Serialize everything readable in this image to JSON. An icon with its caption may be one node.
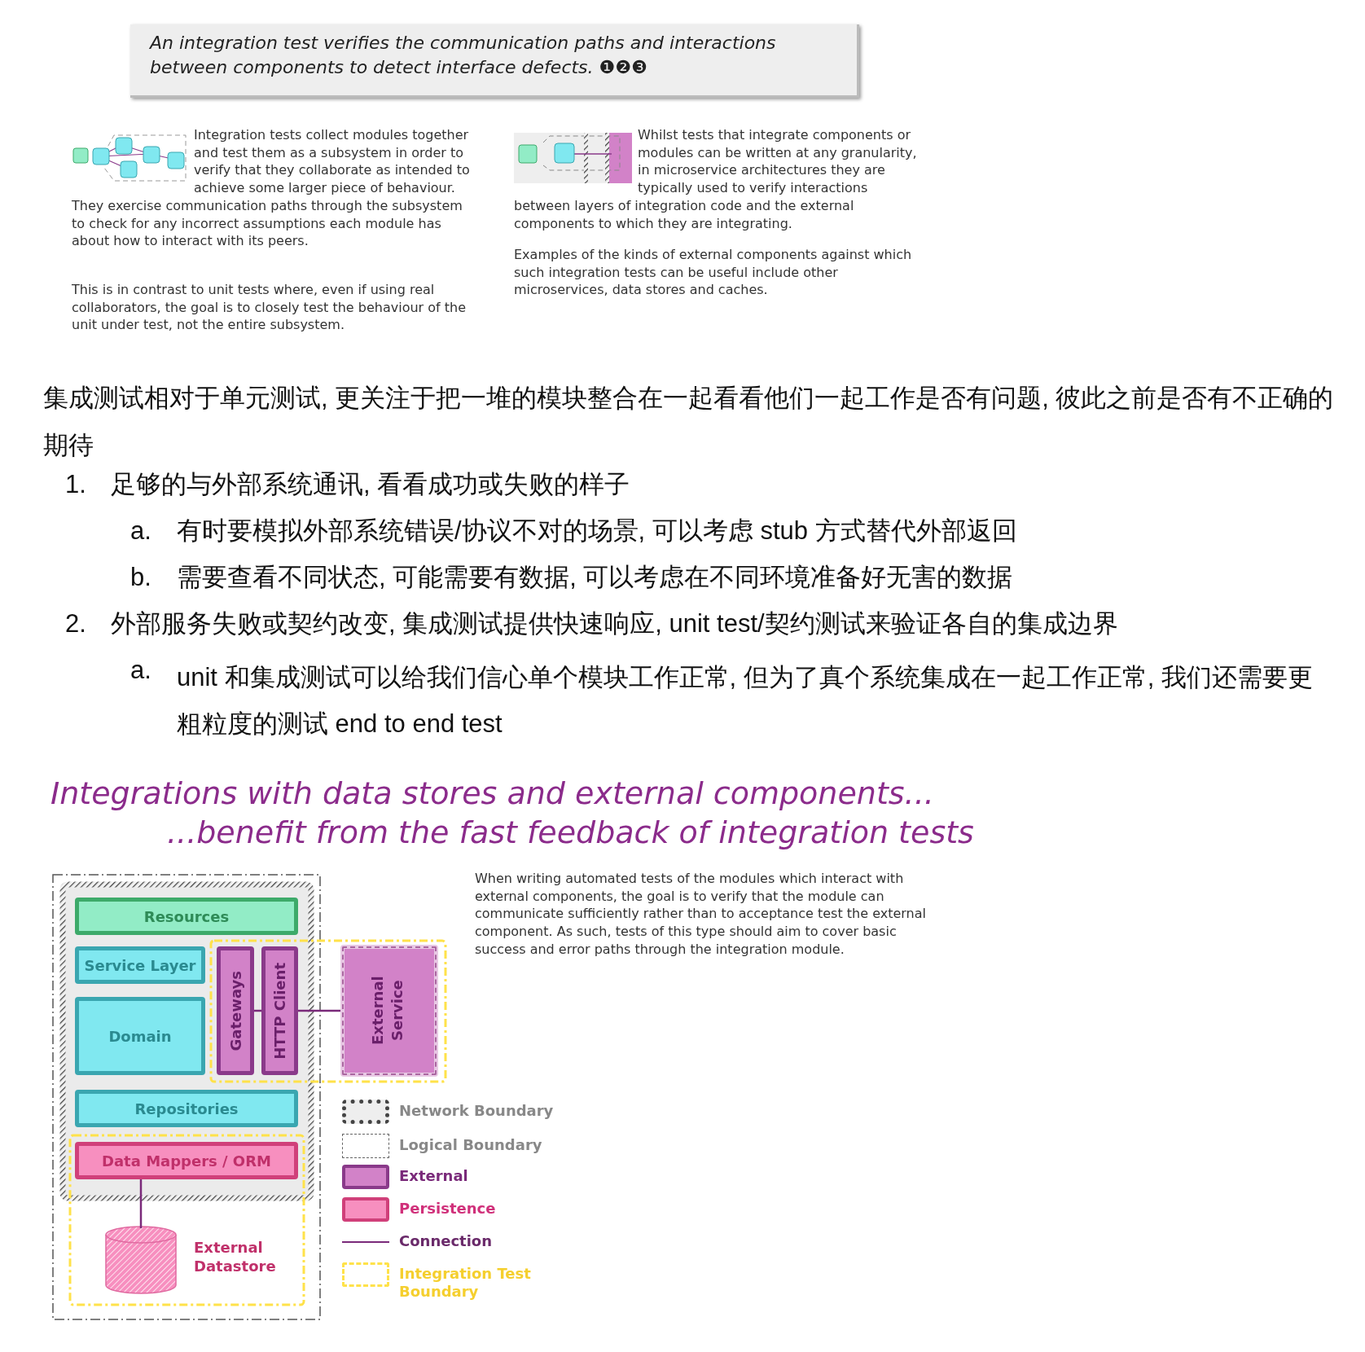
{
  "diagram": {
    "nodes": [
      {
        "text": [
          "Resources"
        ]
      },
      {
        "text": [
          "Service Layer"
        ]
      },
      {
        "text": [
          "Domain"
        ]
      },
      {
        "text": [
          "Gateways"
        ]
      },
      {
        "text": [
          "HTTP Client"
        ]
      },
      {
        "text": [
          "External Service"
        ]
      },
      {
        "text": [
          "Repositories"
        ]
      },
      {
        "text": [
          "Data Mappers / ORM"
        ]
      },
      {
        "text": [
          "External Datastore"
        ]
      }
    ],
    "edges": [
      {
        "from": 3,
        "to": 4,
        "arrow": "none"
      },
      {
        "from": 4,
        "to": 5,
        "arrow": "none"
      },
      {
        "from": 7,
        "to": 8,
        "arrow": "none"
      }
    ],
    "labels": [
      "An integration test verifies the communication paths and interactions between components to detect interface defects. ❶❷❸",
      "Integration tests collect modules together and test them as a subsystem in order to verify that they collaborate as intended to achieve some larger piece of behaviour. They exercise communication paths through the subsystem to check for any incorrect assumptions each module has about how to interact with its peers.",
      "This is in contrast to unit tests where, even if using real collaborators, the goal is to closely test the behaviour of the unit under test, not the entire subsystem.",
      "Whilst tests that integrate components or modules can be written at any granularity, in microservice architectures they are typically used to verify interactions between layers of integration code and the external components to which they are integrating.",
      "Examples of the kinds of external components against which such integration tests can be useful include other microservices, data stores and caches.",
      "集成测试相对于单元测试, 更关注于把一堆的模块整合在一起看看他们一起工作是否有问题, 彼此之前是否有不正确的期待",
      "1.",
      "足够的与外部系统通讯, 看看成功或失败的样子",
      "a.",
      "有时要模拟外部系统错误/协议不对的场景, 可以考虑 stub 方式替代外部返回",
      "b.",
      "需要查看不同状态, 可能需要有数据, 可以考虑在不同环境准备好无害的数据",
      "2.",
      "外部服务失败或契约改变, 集成测试提供快速响应, unit test/契约测试来验证各自的集成边界",
      "a.",
      "unit 和集成测试可以给我们信心单个模块工作正常, 但为了真个系统集成在一起工作正常, 我们还需要更粗粒度的测试 end to end test",
      "Integrations with data stores and external components...",
      "...benefit from the fast feedback of integration tests",
      "When writing automated tests of the modules which interact with external components, the goal is to verify that the module can communicate sufficiently rather than to acceptance test the external component. As such, tests of this type should aim to cover basic success and error paths through the integration module."
    ],
    "legend": [
      {
        "text": "Network Boundary"
      },
      {
        "text": "Logical Boundary"
      },
      {
        "text": "External",
        "color": "#d282c8"
      },
      {
        "text": "Persistence",
        "color": "#f78fbf"
      },
      {
        "text": "Connection"
      },
      {
        "text": "Integration Test Boundary"
      }
    ]
  }
}
